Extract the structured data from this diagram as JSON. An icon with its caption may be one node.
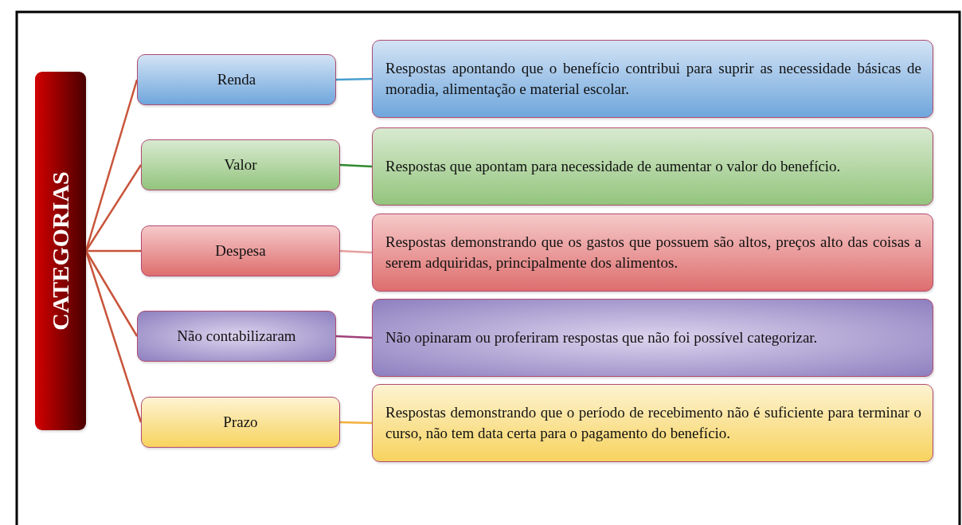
{
  "diagram": {
    "nodes": [
      {
        "text": [
          "CATEGORIAS"
        ]
      },
      {
        "text": [
          "Renda"
        ]
      },
      {
        "text": [
          "Valor"
        ]
      },
      {
        "text": [
          "Despesa"
        ]
      },
      {
        "text": [
          "Não contabilizaram"
        ]
      },
      {
        "text": [
          "Prazo"
        ]
      },
      {
        "text": [
          "Respostas apontando que o benefício contribui para suprir as necessidade básicas de moradia, alimentação e material escolar."
        ]
      },
      {
        "text": [
          "Respostas que apontam para necessidade de aumentar o valor do benefício."
        ]
      },
      {
        "text": [
          "Respostas demonstrando que os gastos que possuem são altos, preços alto das coisas a serem adquiridas, principalmente dos alimentos."
        ]
      },
      {
        "text": [
          "Não opinaram ou proferiram respostas que não foi possível categorizar."
        ]
      },
      {
        "text": [
          "Respostas demonstrando que o período de recebimento não é suficiente para terminar o curso, não tem data certa para o pagamento do benefício."
        ]
      }
    ],
    "edges": [
      {
        "from": 0,
        "to": 1,
        "arrow": "none",
        "color": "#c8553a"
      },
      {
        "from": 0,
        "to": 2,
        "arrow": "none",
        "color": "#c8553a"
      },
      {
        "from": 0,
        "to": 3,
        "arrow": "none",
        "color": "#c8553a"
      },
      {
        "from": 0,
        "to": 4,
        "arrow": "none",
        "color": "#c8553a"
      },
      {
        "from": 0,
        "to": 5,
        "arrow": "none",
        "color": "#c8553a"
      },
      {
        "from": 1,
        "to": 6,
        "arrow": "none",
        "color": "#4a9fd0"
      },
      {
        "from": 2,
        "to": 7,
        "arrow": "none",
        "color": "#2f8a2f"
      },
      {
        "from": 3,
        "to": 8,
        "arrow": "none",
        "color": "#e6a0a0"
      },
      {
        "from": 4,
        "to": 9,
        "arrow": "none",
        "color": "#a0407a"
      },
      {
        "from": 5,
        "to": 10,
        "arrow": "none",
        "color": "#f2b03c"
      }
    ]
  }
}
